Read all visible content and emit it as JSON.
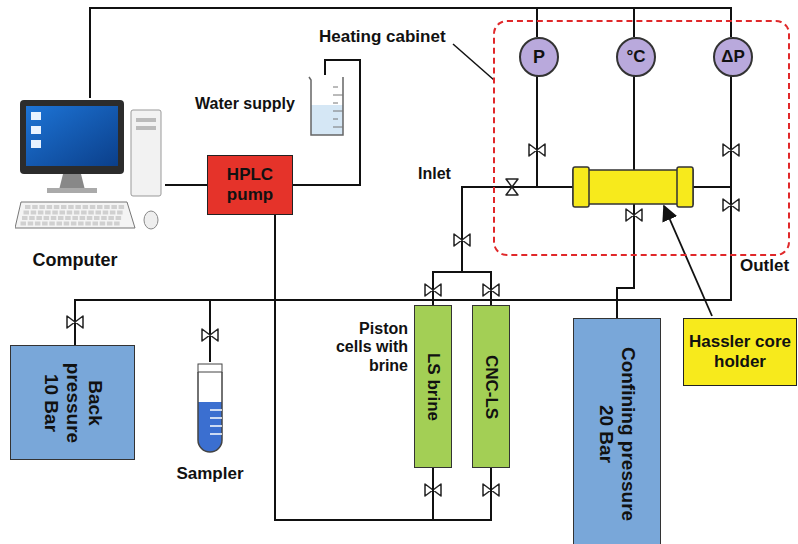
{
  "diagram": {
    "nodes": [
      {
        "text": [
          "Computer"
        ]
      },
      {
        "text": [
          "Water supply"
        ]
      },
      {
        "text": [
          "HPLC pump"
        ]
      },
      {
        "text": [
          "Heating cabinet"
        ]
      },
      {
        "text": [
          "P"
        ],
        "in": 3
      },
      {
        "text": [
          "°C"
        ],
        "in": 3
      },
      {
        "text": [
          "ΔP"
        ],
        "in": 3
      },
      {
        "text": [
          "Back pressure 10 Bar"
        ]
      },
      {
        "text": [
          "Sampler"
        ]
      },
      {
        "text": [
          "LS brine"
        ]
      },
      {
        "text": [
          "CNC-LS"
        ]
      },
      {
        "text": [
          "Confining pressure 20 Bar"
        ]
      },
      {
        "text": [
          "Hassler core holder"
        ]
      }
    ],
    "edges": [
      {
        "from": 0,
        "to": 2,
        "arrow": "none"
      },
      {
        "from": 1,
        "to": 2,
        "arrow": "none"
      },
      {
        "from": 0,
        "to": 4,
        "arrow": "none"
      },
      {
        "from": 0,
        "to": 5,
        "arrow": "none"
      },
      {
        "from": 0,
        "to": 6,
        "arrow": "none"
      },
      {
        "from": 2,
        "to": 9,
        "arrow": "none"
      },
      {
        "from": 2,
        "to": 10,
        "arrow": "none"
      }
    ],
    "labels": [
      "Inlet",
      "Outlet",
      "Piston cells with brine"
    ]
  }
}
